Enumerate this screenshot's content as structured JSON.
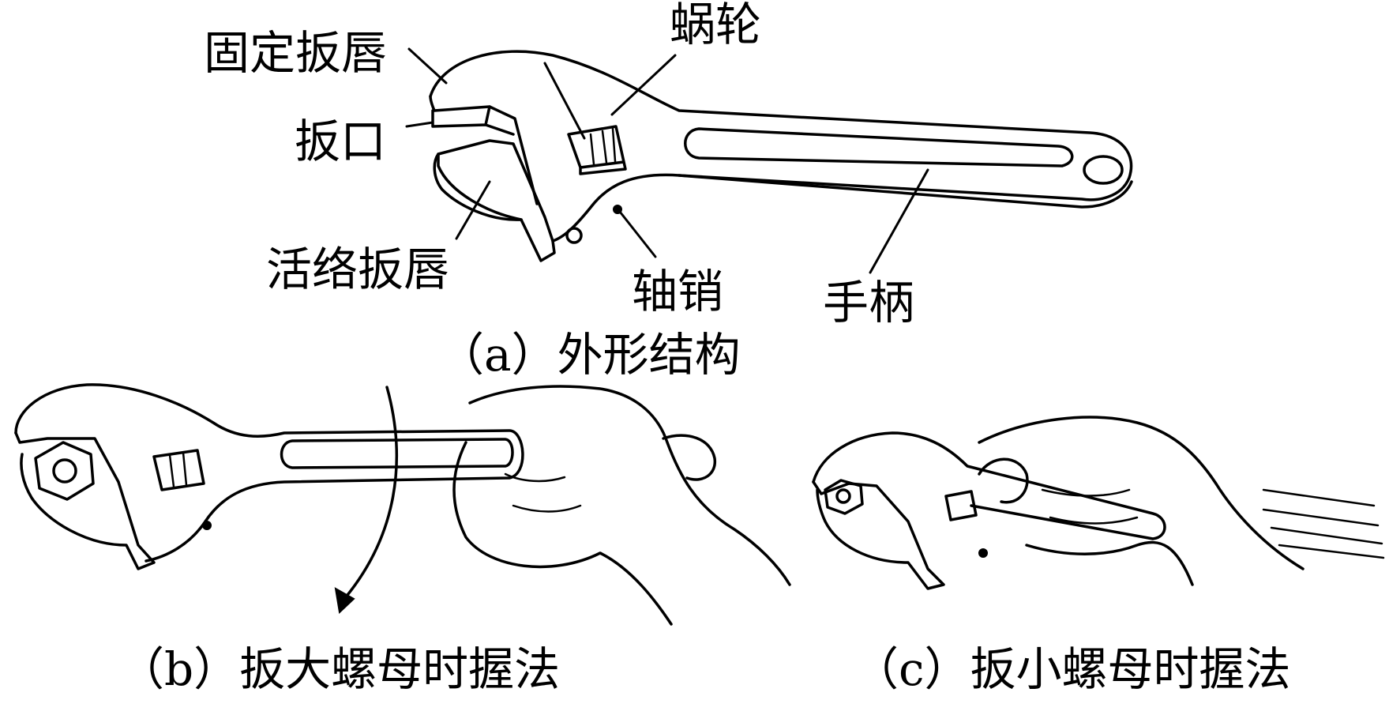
{
  "panel_a": {
    "labels": {
      "fixed_jaw": "固定扳唇",
      "worm_wheel": "蜗轮",
      "jaw_opening": "扳口",
      "movable_jaw": "活络扳唇",
      "pivot_pin": "轴销",
      "handle": "手柄"
    },
    "caption": "（a）外形结构"
  },
  "panel_b": {
    "caption": "（b）扳大螺母时握法"
  },
  "panel_c": {
    "caption": "（c）扳小螺母时握法"
  }
}
